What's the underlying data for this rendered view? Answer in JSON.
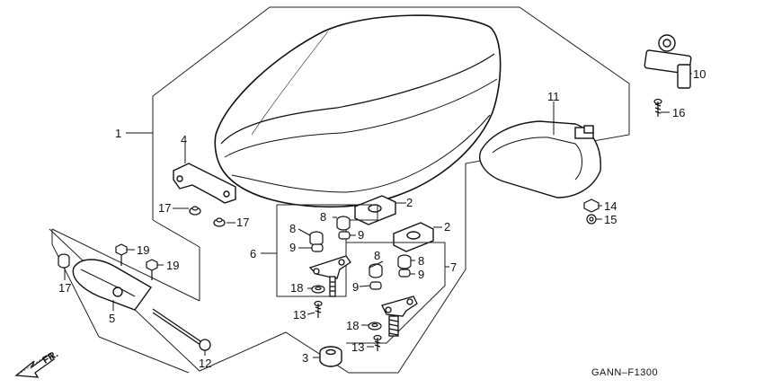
{
  "diagram_code": "GANN–F1300",
  "direction_label": "FR.",
  "callouts": {
    "c1": "1",
    "c2a": "2",
    "c2b": "2",
    "c3": "3",
    "c4": "4",
    "c5": "5",
    "c6": "6",
    "c7": "7",
    "c8a": "8",
    "c8b": "8",
    "c8c": "8",
    "c8d": "8",
    "c9a": "9",
    "c9b": "9",
    "c9c": "9",
    "c9d": "9",
    "c10": "10",
    "c11": "11",
    "c12": "12",
    "c13a": "13",
    "c13b": "13",
    "c14": "14",
    "c15": "15",
    "c16": "16",
    "c17a": "17",
    "c17b": "17",
    "c17c": "17",
    "c18a": "18",
    "c18b": "18",
    "c19a": "19",
    "c19b": "19"
  }
}
